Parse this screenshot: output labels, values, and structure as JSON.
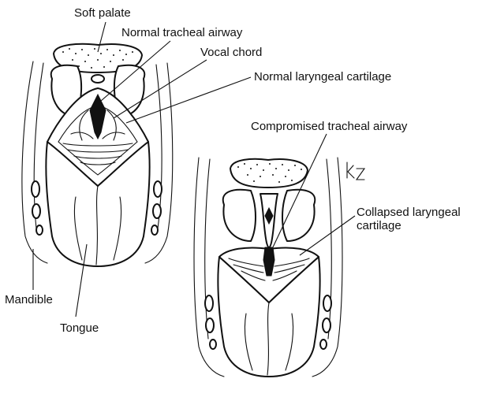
{
  "labels": {
    "soft_palate": "Soft palate",
    "normal_airway": "Normal tracheal airway",
    "vocal_chord": "Vocal chord",
    "normal_cartilage": "Normal laryngeal cartilage",
    "compromised_airway": "Compromised tracheal airway",
    "collapsed_cartilage_1": "Collapsed laryngeal",
    "collapsed_cartilage_2": "cartilage",
    "mandible": "Mandible",
    "tongue": "Tongue"
  },
  "colors": {
    "ink": "#111111",
    "background": "#ffffff"
  }
}
